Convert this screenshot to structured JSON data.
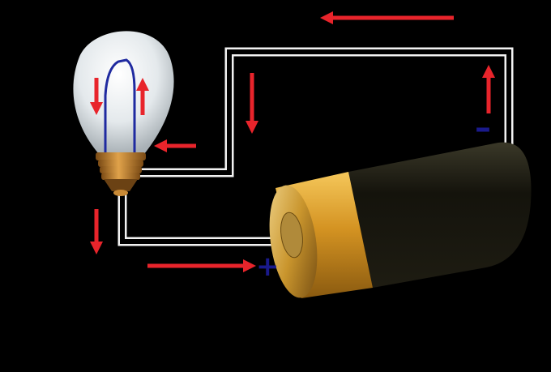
{
  "terminals": {
    "positive": "+",
    "negative": "–"
  },
  "colors": {
    "background": "#000000",
    "wire_outline": "#f2f2f2",
    "current_arrow": "#e8242b",
    "terminal_sign": "#1a1a8c",
    "battery_body": "#1c1a10",
    "battery_cap": "#d79c22",
    "bulb_glass": "#e6ebee",
    "filament": "#1f2aa0",
    "bulb_base": "#b8792a"
  },
  "arrows": [
    {
      "id": "wire-top",
      "direction": "left"
    },
    {
      "id": "wire-right",
      "direction": "up"
    },
    {
      "id": "wire-inner",
      "direction": "down"
    },
    {
      "id": "bulb-entry",
      "direction": "left"
    },
    {
      "id": "filament-left",
      "direction": "down"
    },
    {
      "id": "filament-right",
      "direction": "up"
    },
    {
      "id": "bulb-exit",
      "direction": "down"
    },
    {
      "id": "wire-bottom",
      "direction": "right"
    }
  ]
}
